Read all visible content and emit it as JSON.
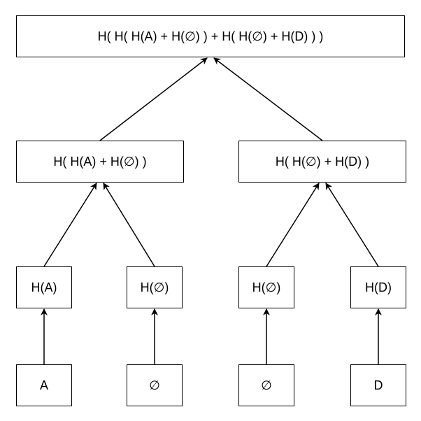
{
  "nodes": {
    "root": "H( H( H(A) + H(∅) ) + H( H(∅) + H(D) ) )",
    "mid_left": "H( H(A) + H(∅) )",
    "mid_right": "H( H(∅) + H(D) )",
    "hash_a": "H(A)",
    "hash_empty_1": "H(∅)",
    "hash_empty_2": "H(∅)",
    "hash_d": "H(D)",
    "leaf_a": "A",
    "leaf_empty_1": "∅",
    "leaf_empty_2": "∅",
    "leaf_d": "D"
  },
  "colors": {
    "stroke": "#000000",
    "background": "#ffffff"
  }
}
